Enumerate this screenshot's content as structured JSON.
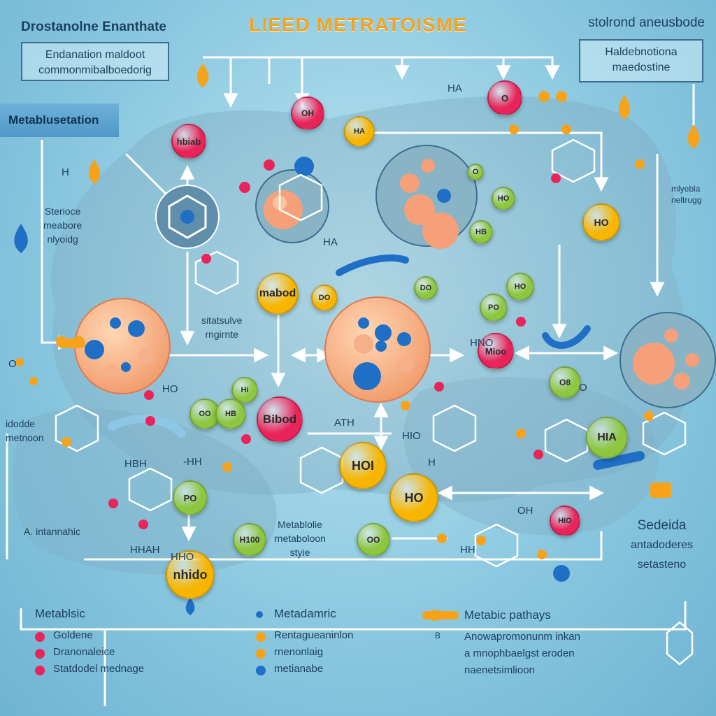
{
  "header": {
    "title": "LIEED METRATOISME",
    "left_caption": "Drostanolne Enanthate",
    "right_caption": "stolrond aneusbode"
  },
  "boxes": {
    "top_left": [
      "Endanation maldoot",
      "commonmibalboedorig"
    ],
    "top_right": [
      "Haldebnotiona",
      "maedostine"
    ]
  },
  "banner": "Metablusetation",
  "side_labels": {
    "left_mid": [
      "Sterioce",
      "meabore",
      "nlyoidg"
    ],
    "left_low": [
      "idodde",
      "metnoon"
    ],
    "left_bottom": "A. intannahic",
    "right_mid": [
      "mlyebla",
      "neltrugg"
    ],
    "right_bottom": [
      "Sedeida",
      "antadoderes",
      "setasteno"
    ]
  },
  "center_labels": {
    "mid": [
      "sitatsulve",
      "rngirnte"
    ],
    "lower": [
      "Metablolie",
      "rnetaboloon",
      "styie"
    ]
  },
  "nodes": [
    {
      "id": "n1",
      "text": "OH",
      "color": "#e8245a"
    },
    {
      "id": "n2",
      "text": "HA",
      "color": "#f7b500"
    },
    {
      "id": "n3",
      "text": "O",
      "color": "#e8245a"
    },
    {
      "id": "n4",
      "text": "HO",
      "color": "#f7b500"
    },
    {
      "id": "n5",
      "text": "hbiab",
      "color": "#e8245a"
    },
    {
      "id": "n6",
      "text": "O",
      "color": "#8dc63f"
    },
    {
      "id": "n7",
      "text": "HO",
      "color": "#8dc63f"
    },
    {
      "id": "n8",
      "text": "HB",
      "color": "#8dc63f"
    },
    {
      "id": "n9",
      "text": "mabod",
      "color": "#f7b500"
    },
    {
      "id": "n10",
      "text": "DO",
      "color": "#f7b500"
    },
    {
      "id": "n11",
      "text": "DO",
      "color": "#8dc63f"
    },
    {
      "id": "n12",
      "text": "HO",
      "color": "#8dc63f"
    },
    {
      "id": "n13",
      "text": "PO",
      "color": "#8dc63f"
    },
    {
      "id": "n14",
      "text": "Mioo",
      "color": "#e8245a"
    },
    {
      "id": "n15",
      "text": "O8",
      "color": "#8dc63f"
    },
    {
      "id": "n16",
      "text": "Hi",
      "color": "#8dc63f"
    },
    {
      "id": "n17",
      "text": "OO",
      "color": "#8dc63f"
    },
    {
      "id": "n18",
      "text": "HB",
      "color": "#8dc63f"
    },
    {
      "id": "n19",
      "text": "Bibod",
      "color": "#e8245a"
    },
    {
      "id": "n20",
      "text": "HOI",
      "color": "#f7b500"
    },
    {
      "id": "n21",
      "text": "HIA",
      "color": "#8dc63f"
    },
    {
      "id": "n22",
      "text": "PO",
      "color": "#8dc63f"
    },
    {
      "id": "n23",
      "text": "H100",
      "color": "#8dc63f"
    },
    {
      "id": "n24",
      "text": "OO",
      "color": "#8dc63f"
    },
    {
      "id": "n25",
      "text": "nhido",
      "color": "#f7b500"
    },
    {
      "id": "n26",
      "text": "HIO",
      "color": "#e8245a"
    },
    {
      "id": "n27",
      "text": "HO",
      "color": "#f7b500"
    }
  ],
  "small_labels": [
    "H",
    "HO",
    "O",
    "OH",
    "HIO",
    "HA",
    "HBH",
    "HH",
    "-HH",
    "ATH",
    "HNO",
    "HHO",
    "HHAH",
    "O",
    "HA",
    "H"
  ],
  "legend": {
    "col1_title": "Metablsic",
    "col1_items": [
      "Goldene",
      "Dranonaleice",
      "Statdodel mednage"
    ],
    "col2_title": "Metadamric",
    "col2_items": [
      "Rentagueaninlon",
      "rnenonlaig",
      "metianabe"
    ],
    "col3_title": "Metabic pathays",
    "col3_items": [
      "Anowapromonunm inkan",
      "a mnophbaelgst eroden",
      "naenetsimlioon"
    ],
    "colors": {
      "red": "#e8245a",
      "orange": "#f7a21b",
      "blue": "#1f6fc7"
    }
  }
}
